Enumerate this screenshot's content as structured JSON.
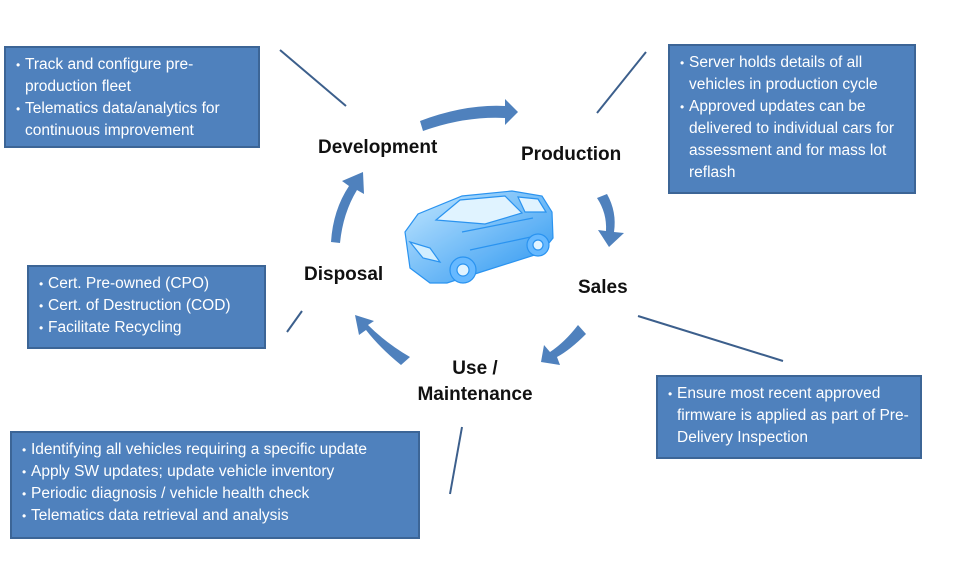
{
  "stages": {
    "development": "Development",
    "production": "Production",
    "sales": "Sales",
    "use_line1": "Use /",
    "use_line2": "Maintenance",
    "disposal": "Disposal"
  },
  "boxes": {
    "development": [
      "Track and configure pre-production fleet",
      "Telematics data/analytics for continuous improvement"
    ],
    "production": [
      "Server holds details of all vehicles in production cycle",
      "Approved updates can be delivered to individual cars for assessment and for mass lot reflash"
    ],
    "sales": [
      "Ensure most recent approved firmware is applied as part of Pre-Delivery Inspection"
    ],
    "use": [
      "Identifying all vehicles requiring a specific update",
      "Apply SW updates; update vehicle inventory",
      "Periodic diagnosis / vehicle health check",
      "Telematics data retrieval and analysis"
    ],
    "disposal": [
      "Cert. Pre-owned (CPO)",
      "Cert. of Destruction (COD)",
      "Facilitate Recycling"
    ]
  },
  "colors": {
    "box_fill": "#4f81bd",
    "box_border": "#3c6596",
    "arrow": "#4f81bd",
    "car": "#2a9df4"
  },
  "icons": {
    "vehicle": "car-wireframe-icon"
  }
}
